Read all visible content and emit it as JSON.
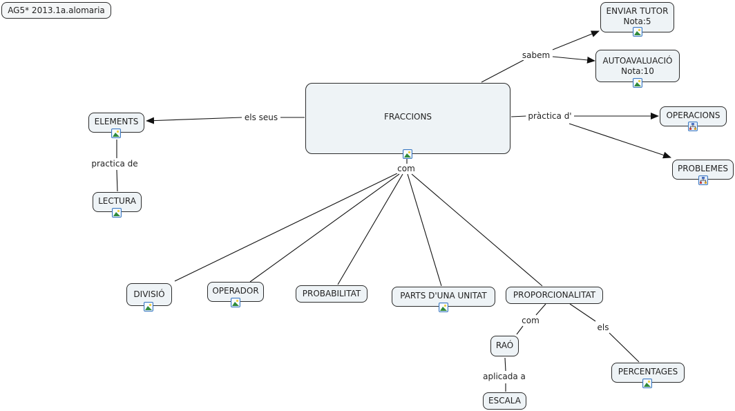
{
  "title_box": "AG5* 2013.1a.alomaria",
  "concepts": {
    "fraccions": "FRACCIONS",
    "enviar_tutor": [
      "ENVIAR TUTOR",
      "Nota:5"
    ],
    "autoavaluacio": [
      "AUTOAVALUACIÓ",
      "Nota:10"
    ],
    "operacions": "OPERACIONS",
    "problemes": "PROBLEMES",
    "elements": "ELEMENTS",
    "lectura": "LECTURA",
    "divisio": "DIVISIÓ",
    "operador": "OPERADOR",
    "probabilitat": "PROBABILITAT",
    "parts_unitat": "PARTS D'UNA UNITAT",
    "proporcionalitat": "PROPORCIONALITAT",
    "rao": "RAÓ",
    "escala": "ESCALA",
    "percentages": "PERCENTAGES"
  },
  "linking_phrases": {
    "sabem": "sabem",
    "practica_d": "pràctica d'",
    "els_seus": "els seus",
    "practica_de": "practica de",
    "com_main": "com",
    "com_prop": "com",
    "els": "els",
    "aplicada_a": "aplicada a"
  },
  "icons": {
    "image": "image-resource-icon",
    "submap": "concept-map-resource-icon"
  },
  "colors": {
    "node_fill": "#eef3f6",
    "node_border": "#2a2a2a",
    "icon_border": "#3a78c2",
    "line": "#111111"
  }
}
